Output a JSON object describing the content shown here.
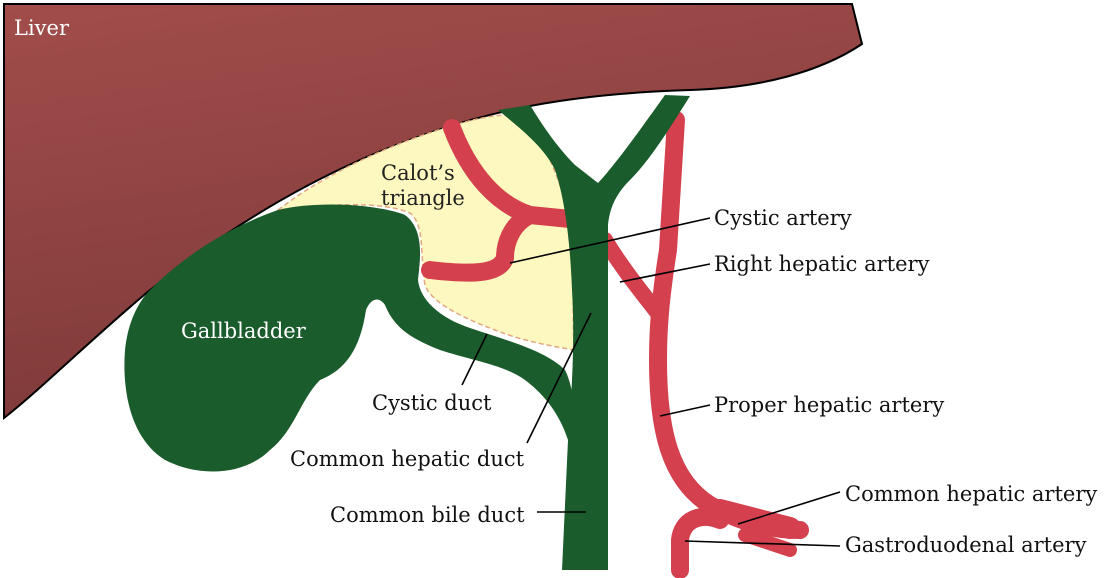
{
  "colors": {
    "liver": "#9e4a48",
    "liver_dark": "#7a3535",
    "duct": "#1a5c2c",
    "artery": "#d4404e",
    "calot": "#fdf8bf",
    "calot_edge": "#e2a882",
    "outline": "#000000"
  },
  "labels": {
    "liver": "Liver",
    "gallbladder": "Gallbladder",
    "calot_line1": "Calot’s",
    "calot_line2": "triangle",
    "cystic_artery": "Cystic artery",
    "right_hepatic_artery": "Right hepatic artery",
    "proper_hepatic_artery": "Proper hepatic artery",
    "common_hepatic_artery": "Common hepatic artery",
    "gastroduodenal_artery": "Gastroduodenal artery",
    "cystic_duct": "Cystic duct",
    "common_hepatic_duct": "Common hepatic duct",
    "common_bile_duct": "Common bile duct"
  }
}
